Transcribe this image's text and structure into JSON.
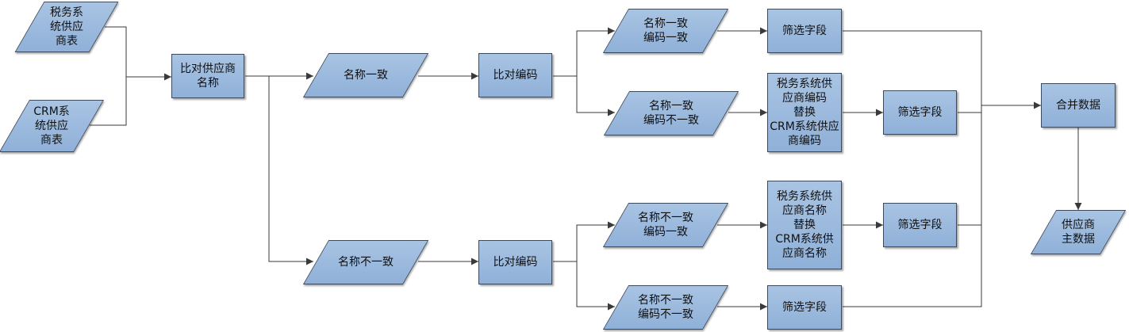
{
  "nodes": {
    "tax_supplier_table": "税务系\n统供应\n商表",
    "crm_supplier_table": "CRM系\n统供应\n商表",
    "compare_name": "比对供应商\n名称",
    "name_match": "名称一致",
    "name_mismatch": "名称不一致",
    "compare_code_1": "比对编码",
    "compare_code_2": "比对编码",
    "name_match_code_match": "名称一致\n编码一致",
    "name_match_code_mismatch": "名称一致\n编码不一致",
    "name_mismatch_code_match": "名称不一致\n编码一致",
    "name_mismatch_code_mismatch": "名称不一致\n编码不一致",
    "replace_code": "税务系统供\n应商编码\n替换\nCRM系统供应\n商编码",
    "replace_name": "税务系统供\n应商名称\n替换\nCRM系统供\n应商名称",
    "filter_1": "筛选字段",
    "filter_2": "筛选字段",
    "filter_3": "筛选字段",
    "filter_4": "筛选字段",
    "merge_data": "合并数据",
    "supplier_master": "供应商\n主数据"
  }
}
